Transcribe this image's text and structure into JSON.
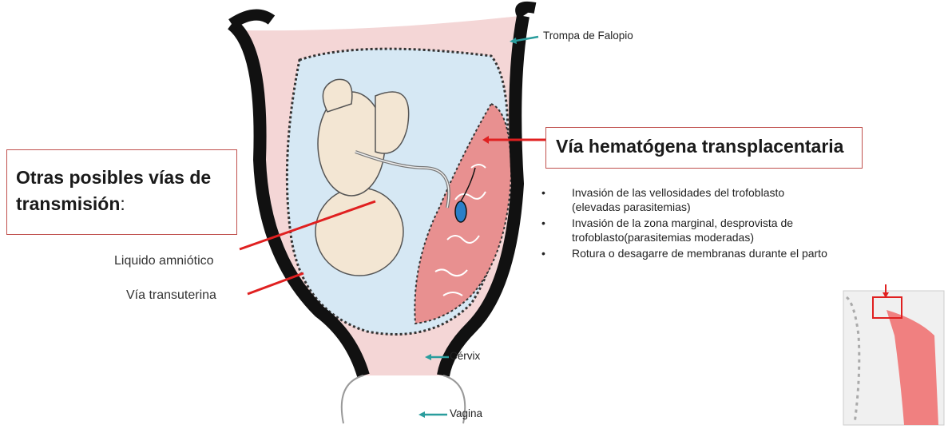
{
  "labels": {
    "falopio": "Trompa de Falopio",
    "cervix": "Cérvix",
    "vagina": "Vagina",
    "liquido": "Liquido amniótico",
    "transuterina": "Vía transuterina"
  },
  "left_box": {
    "line1": "Otras posibles vías de",
    "line2": "transmisión",
    "colon": ":"
  },
  "right_box": {
    "title": "Vía hematógena transplacentaria"
  },
  "bullets": [
    {
      "marker": "•",
      "text_lines": [
        "Invasión de las vellosidades del trofoblasto",
        "(elevadas parasitemias)"
      ]
    },
    {
      "marker": "•",
      "text_lines": [
        "Invasión de la zona marginal, desprovista de",
        "trofoblasto(parasitemias moderadas)"
      ]
    },
    {
      "marker": "•",
      "text_lines": [
        "Rotura o desagarre de membranas  durante el parto"
      ]
    }
  ],
  "colors": {
    "uterine_wall": "#111111",
    "myometrium": "#f4d6d6",
    "amniotic_fluid": "#d6e8f4",
    "placenta": "#e89090",
    "red_arrow": "#e02020",
    "teal_arrow": "#2a9d9d",
    "box_border": "#c0504d"
  }
}
